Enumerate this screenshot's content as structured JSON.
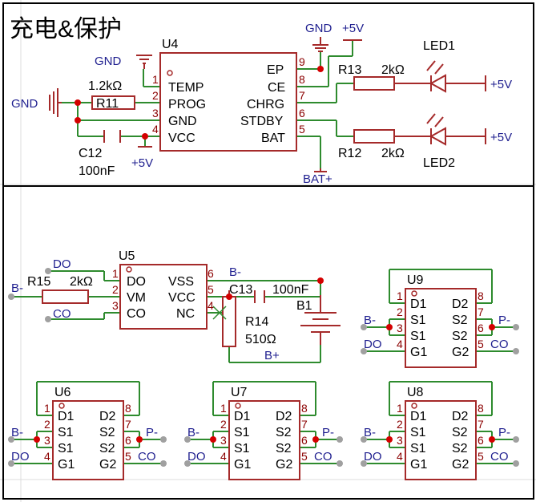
{
  "title": "充电&保护",
  "colors": {
    "wire": "#2E8B2E",
    "component": "#A52A2A",
    "net_label": "#1F1F8F",
    "text": "#000000",
    "junction": "#D40000",
    "endpoint": "#A0A0A0"
  },
  "u4": {
    "ref": "U4",
    "pins_left": [
      {
        "num": "1",
        "name": "TEMP"
      },
      {
        "num": "2",
        "name": "PROG"
      },
      {
        "num": "3",
        "name": "GND"
      },
      {
        "num": "4",
        "name": "VCC"
      }
    ],
    "pins_right": [
      {
        "num": "9",
        "name": "EP"
      },
      {
        "num": "8",
        "name": "CE"
      },
      {
        "num": "7",
        "name": "CHRG"
      },
      {
        "num": "6",
        "name": "STDBY"
      },
      {
        "num": "5",
        "name": "BAT"
      }
    ],
    "gnd_label": "GND",
    "gnd_left_label": "GND",
    "r11": {
      "ref": "R11",
      "value": "1.2kΩ"
    },
    "c12": {
      "ref": "C12",
      "value": "100nF"
    },
    "vcc_label": "+5V",
    "gnd_top_label": "GND",
    "vcc_top_label": "+5V",
    "bat_label": "BAT+",
    "r13": {
      "ref": "R13",
      "value": "2kΩ"
    },
    "r12": {
      "ref": "R12",
      "value": "2kΩ"
    },
    "led1": {
      "ref": "LED1",
      "supply": "+5V"
    },
    "led2": {
      "ref": "LED2",
      "supply": "+5V"
    }
  },
  "u5": {
    "ref": "U5",
    "pins_left": [
      {
        "num": "1",
        "name": "DO"
      },
      {
        "num": "2",
        "name": "VM"
      },
      {
        "num": "3",
        "name": "CO"
      }
    ],
    "pins_right": [
      {
        "num": "6",
        "name": "VSS"
      },
      {
        "num": "5",
        "name": "VCC"
      },
      {
        "num": "4",
        "name": "NC"
      }
    ],
    "do_label": "DO",
    "co_label": "CO",
    "bminus_left": "B-",
    "r15": {
      "ref": "R15",
      "value": "2kΩ"
    },
    "bminus_right": "B-",
    "c13": {
      "ref": "C13",
      "value": "100nF"
    },
    "r14": {
      "ref": "R14",
      "value": "510Ω"
    },
    "b1": {
      "ref": "B1"
    },
    "bplus_label": "B+"
  },
  "mosfets": [
    {
      "ref": "U9",
      "bminus": "B-",
      "do": "DO",
      "pminus": "P-",
      "co": "CO"
    },
    {
      "ref": "U6",
      "bminus": "B-",
      "do": "DO",
      "pminus": "P-",
      "co": "CO"
    },
    {
      "ref": "U7",
      "bminus": "B-",
      "do": "DO",
      "pminus": "P-",
      "co": "CO"
    },
    {
      "ref": "U8",
      "bminus": "B-",
      "do": "DO",
      "pminus": "P-",
      "co": "CO"
    }
  ],
  "mosfet_pins_left": [
    {
      "num": "1",
      "name": "D1"
    },
    {
      "num": "2",
      "name": "S1"
    },
    {
      "num": "3",
      "name": "S1"
    },
    {
      "num": "4",
      "name": "G1"
    }
  ],
  "mosfet_pins_right": [
    {
      "num": "8",
      "name": "D2"
    },
    {
      "num": "7",
      "name": "S2"
    },
    {
      "num": "6",
      "name": "S2"
    },
    {
      "num": "5",
      "name": "G2"
    }
  ]
}
